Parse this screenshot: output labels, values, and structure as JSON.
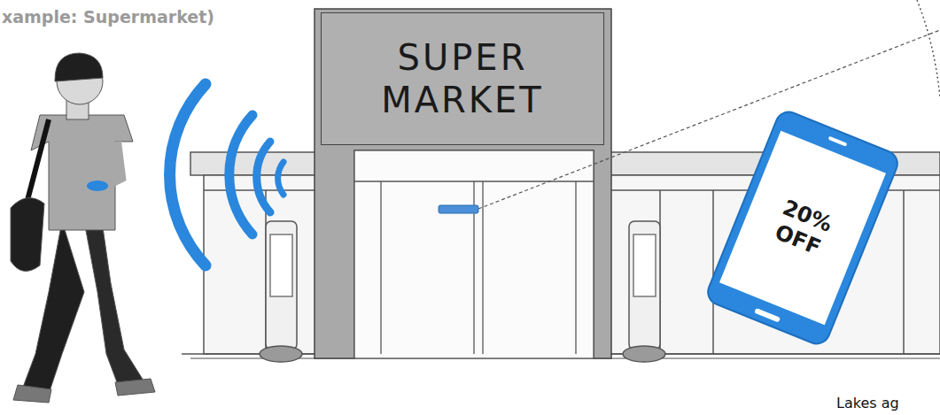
{
  "diagram": {
    "nodes": [
      {
        "text": [
          "SUPER MARKET"
        ]
      },
      {
        "text": [
          "20% OFF"
        ]
      }
    ],
    "labels": [
      "xample: Supermarket)",
      "Lakes ag"
    ]
  }
}
